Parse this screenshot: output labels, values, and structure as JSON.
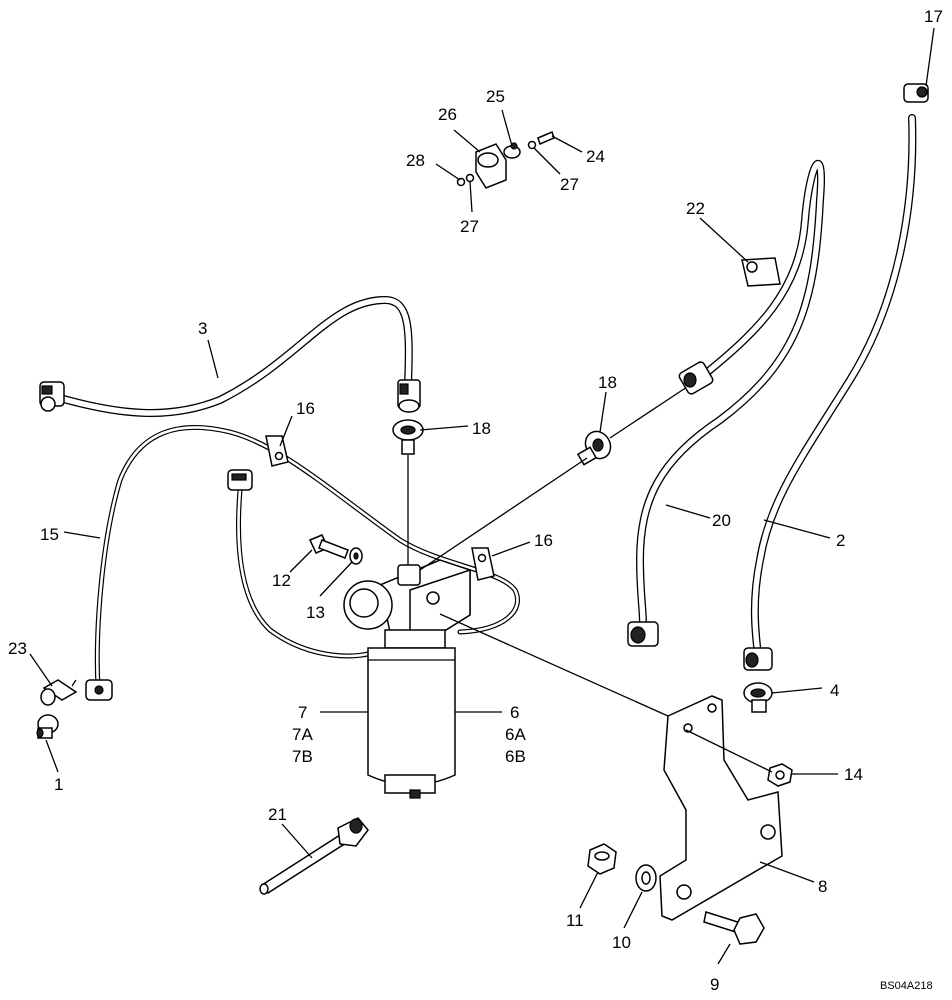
{
  "labels": {
    "l1": "1",
    "l2": "2",
    "l3": "3",
    "l4": "4",
    "l6": "6",
    "l6a": "6A",
    "l6b": "6B",
    "l7": "7",
    "l7a": "7A",
    "l7b": "7B",
    "l8": "8",
    "l9": "9",
    "l10": "10",
    "l11": "11",
    "l12": "12",
    "l13": "13",
    "l14": "14",
    "l15": "15",
    "l16a": "16",
    "l16b": "16",
    "l17": "17",
    "l18a": "18",
    "l18b": "18",
    "l20": "20",
    "l21": "21",
    "l22": "22",
    "l23": "23",
    "l24": "24",
    "l25": "25",
    "l26": "26",
    "l27a": "27",
    "l27b": "27",
    "l28": "28"
  },
  "figure_code": "BS04A218"
}
